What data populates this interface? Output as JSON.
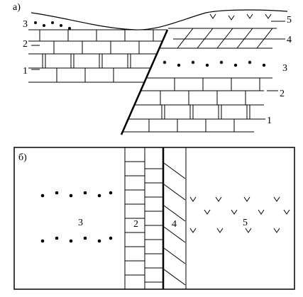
{
  "panel_a": {
    "label": "а)",
    "layer_labels": {
      "l1": "1",
      "l2": "2",
      "l3": "3",
      "r1": "1",
      "r2": "2",
      "r3": "3",
      "r4": "4",
      "r5": "5"
    }
  },
  "panel_b": {
    "label": "б)",
    "zone_labels": {
      "z2": "2",
      "z3": "3",
      "z4": "4",
      "z5": "5"
    }
  }
}
